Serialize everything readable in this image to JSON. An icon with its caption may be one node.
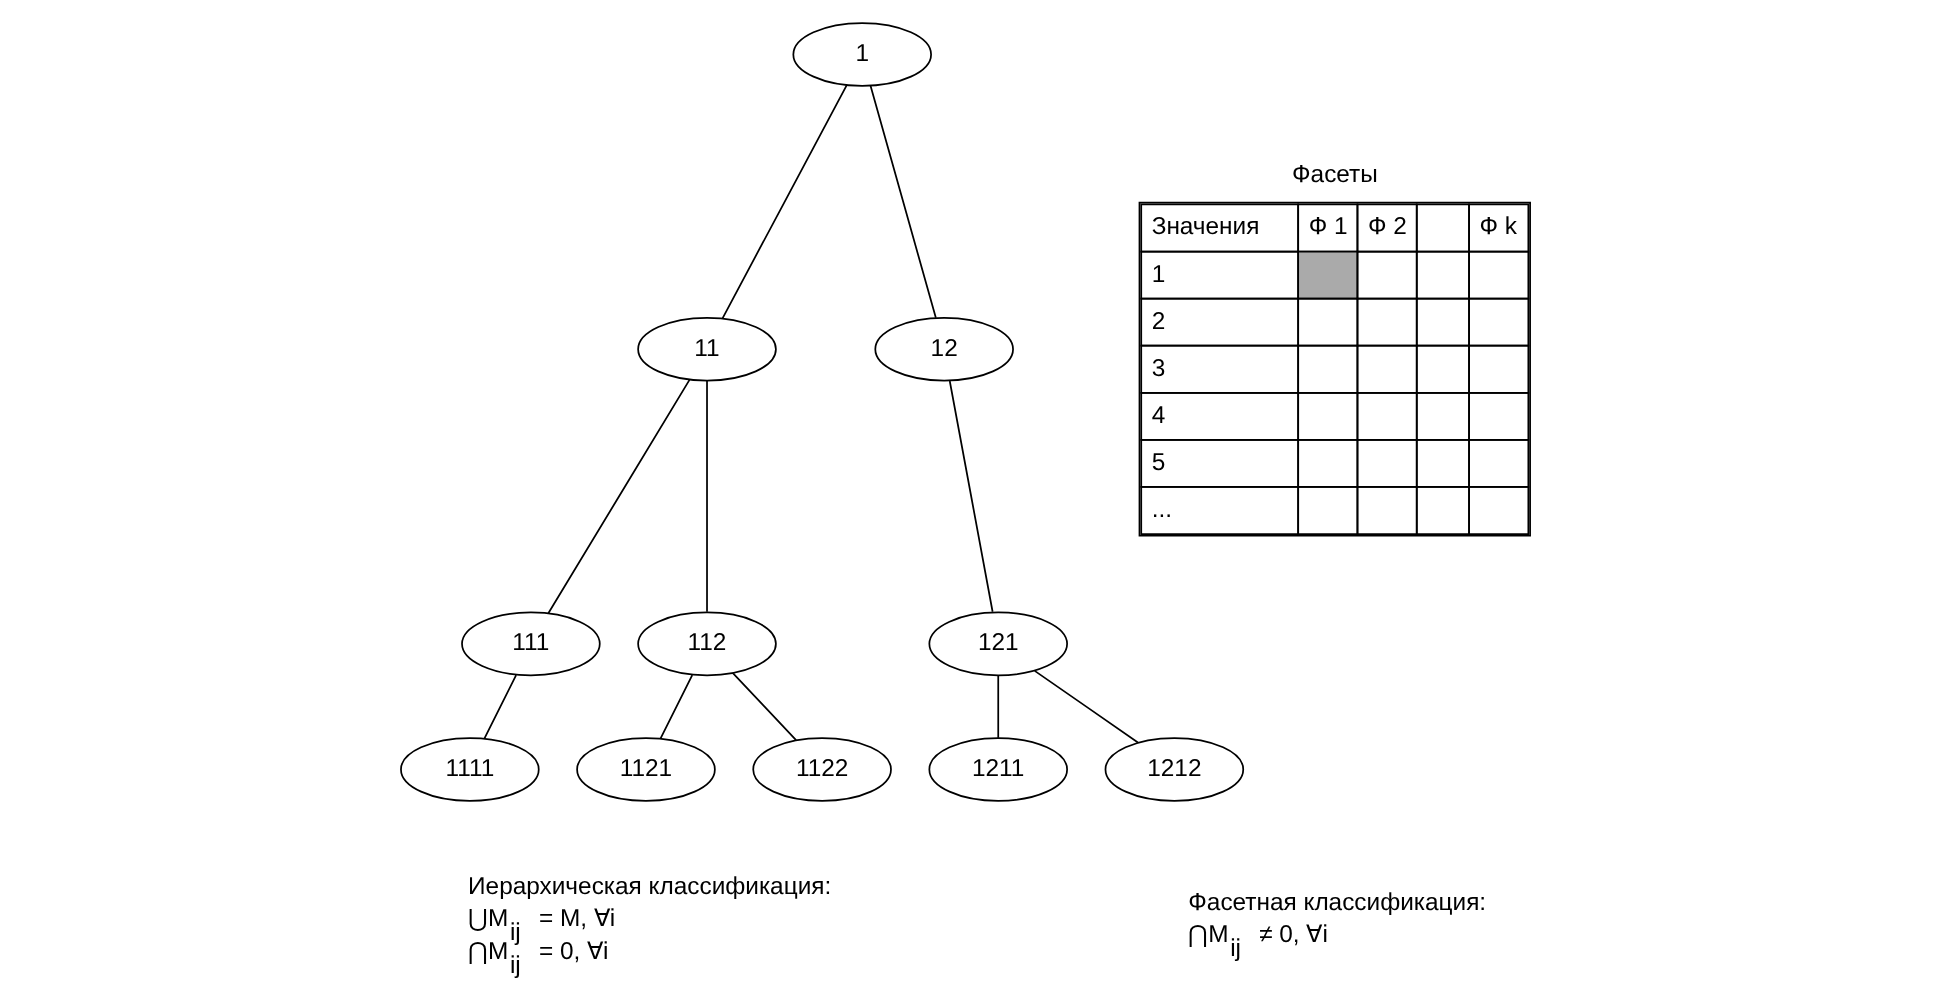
{
  "diagram": {
    "nodes": [
      {
        "text": [
          "1"
        ]
      },
      {
        "text": [
          "11"
        ]
      },
      {
        "text": [
          "12"
        ]
      },
      {
        "text": [
          "111"
        ]
      },
      {
        "text": [
          "112"
        ]
      },
      {
        "text": [
          "121"
        ]
      },
      {
        "text": [
          "1111"
        ]
      },
      {
        "text": [
          "1121"
        ]
      },
      {
        "text": [
          "1122"
        ]
      },
      {
        "text": [
          "1211"
        ]
      },
      {
        "text": [
          "1212"
        ]
      }
    ],
    "edges": [
      {
        "from": 0,
        "to": 1,
        "arrow": "none"
      },
      {
        "from": 0,
        "to": 2,
        "arrow": "none"
      },
      {
        "from": 1,
        "to": 3,
        "arrow": "none"
      },
      {
        "from": 1,
        "to": 4,
        "arrow": "none"
      },
      {
        "from": 2,
        "to": 5,
        "arrow": "none"
      },
      {
        "from": 3,
        "to": 6,
        "arrow": "none"
      },
      {
        "from": 4,
        "to": 7,
        "arrow": "none"
      },
      {
        "from": 4,
        "to": 8,
        "arrow": "none"
      },
      {
        "from": 5,
        "to": 9,
        "arrow": "none"
      },
      {
        "from": 5,
        "to": 10,
        "arrow": "none"
      }
    ],
    "labels": [
      "Фасеты",
      "Значения",
      "Ф 1",
      "Ф 2",
      "Ф k",
      "1",
      "2",
      "3",
      "4",
      "5",
      "...",
      "Иерархическая классификация:",
      "⋃M$_{ij}$ = M, ∀i",
      "⋂M$_{ij}$ = 0, ∀i",
      "Фасетная классификация:",
      "⋂M$_{ij}$ ≠ 0, ∀i"
    ]
  }
}
